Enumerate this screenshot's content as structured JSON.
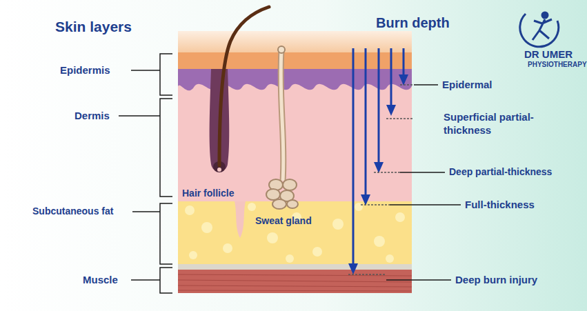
{
  "diagram": {
    "labels": [
      "Skin layers",
      "Burn depth",
      "DR UMER",
      "PHYSIOTHERAPY",
      "Epidermis",
      "Dermis",
      "Subcutaneous fat",
      "Muscle",
      "Hair follicle",
      "Sweat gland",
      "Epidermal",
      "Superficial partial-thickness",
      "Deep partial-thickness",
      "Full-thickness",
      "Deep burn injury"
    ]
  }
}
